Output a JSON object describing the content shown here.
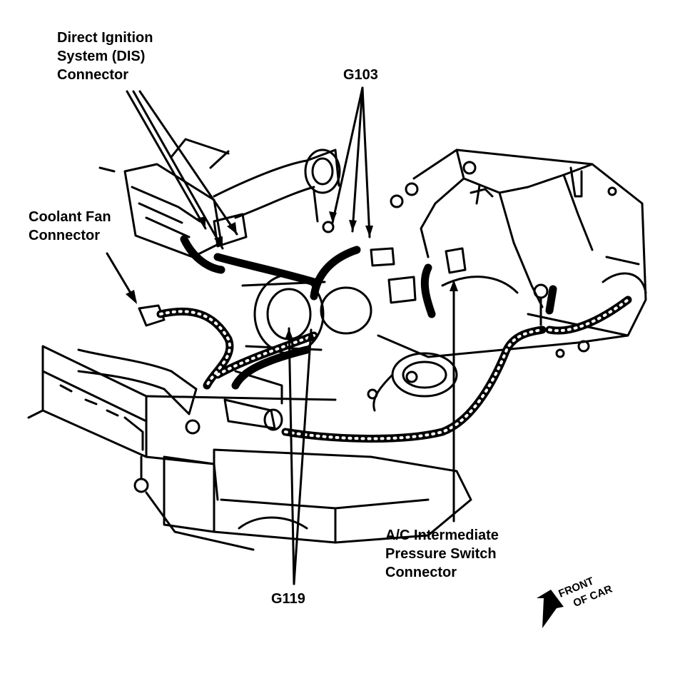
{
  "colors": {
    "ink": "#000000",
    "paper": "#ffffff"
  },
  "labels": {
    "dis_connector": [
      "Direct Ignition",
      "System (DIS)",
      "Connector"
    ],
    "coolant_fan_connector": [
      "Coolant Fan",
      "Connector"
    ],
    "g103": "G103",
    "g119": "G119",
    "ac_pressure_switch_connector": [
      "A/C Intermediate",
      "Pressure Switch",
      "Connector"
    ],
    "front_of_car": [
      "FRONT",
      "OF CAR"
    ]
  },
  "icons": {
    "direction": "front-arrow-icon"
  }
}
